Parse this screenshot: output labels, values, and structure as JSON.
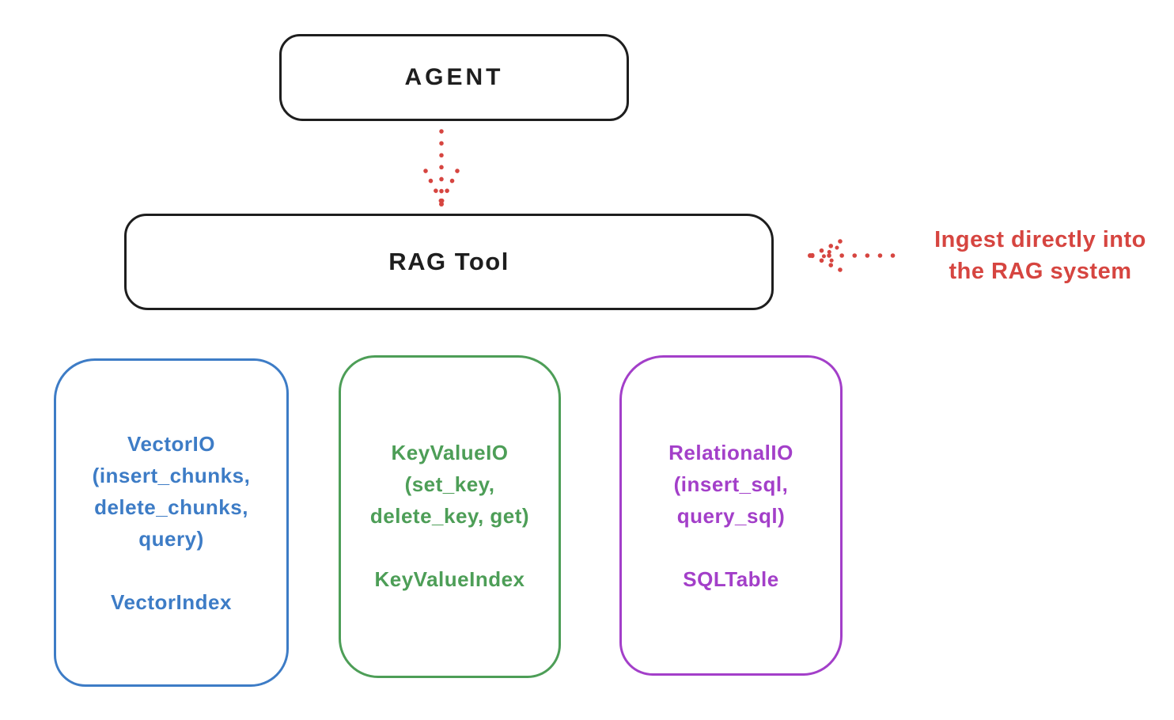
{
  "agent": {
    "label": "AGENT"
  },
  "rag_tool": {
    "label": "RAG Tool"
  },
  "annotation": {
    "line1": "Ingest directly into",
    "line2": "the RAG system"
  },
  "arrows": [
    {
      "name": "agent-to-ragtool",
      "style": "dotted",
      "direction": "down"
    },
    {
      "name": "ingest-into-ragtool",
      "style": "dotted",
      "direction": "left"
    }
  ],
  "backends": [
    {
      "name": "VectorIO",
      "color": "#3d7cc6",
      "lines": [
        "VectorIO",
        "(insert_chunks,",
        "delete_chunks,",
        "query)"
      ],
      "index_class": "VectorIndex"
    },
    {
      "name": "KeyValueIO",
      "color": "#4d9e57",
      "lines": [
        "KeyValueIO",
        "(set_key,",
        "delete_key, get)"
      ],
      "index_class": "KeyValueIndex"
    },
    {
      "name": "RelationalIO",
      "color": "#a33fc9",
      "lines": [
        "RelationalIO",
        "(insert_sql,",
        "query_sql)"
      ],
      "index_class": "SQLTable"
    }
  ],
  "colors": {
    "stroke": "#1e1e1e",
    "red": "#d64540",
    "background": "#ffffff"
  }
}
